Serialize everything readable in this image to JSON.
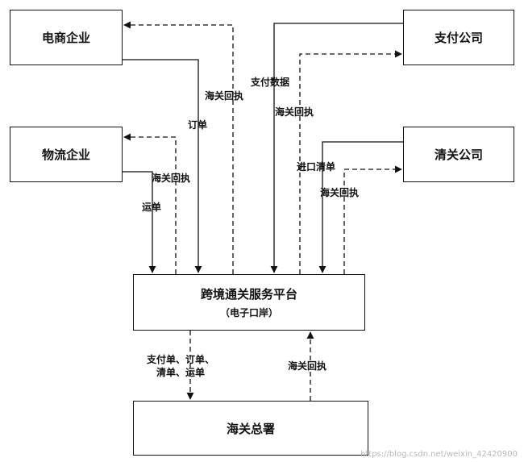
{
  "nodes": {
    "ecommerce": {
      "label": "电商企业"
    },
    "logistics": {
      "label": "物流企业"
    },
    "payment": {
      "label": "支付公司"
    },
    "clearance": {
      "label": "清关公司"
    },
    "platform": {
      "label": "跨境通关服务平台",
      "sublabel": "（电子口岸）"
    },
    "customs": {
      "label": "海关总署"
    }
  },
  "edges": {
    "ecom_customs_receipt": {
      "label": "海关回执",
      "style": "dashed"
    },
    "ecom_order": {
      "label": "订单",
      "style": "solid"
    },
    "logi_customs_receipt": {
      "label": "海关回执",
      "style": "dashed"
    },
    "logi_waybill": {
      "label": "运单",
      "style": "solid"
    },
    "pay_data": {
      "label": "支付数据",
      "style": "solid"
    },
    "pay_customs_receipt": {
      "label": "海关回执",
      "style": "dashed"
    },
    "clear_import_list": {
      "label": "进口清单",
      "style": "solid"
    },
    "clear_customs_receipt": {
      "label": "海关回执",
      "style": "dashed"
    },
    "platform_to_customs": {
      "label_line1": "支付单、订单、",
      "label_line2": "清单、运单",
      "style": "dashed"
    },
    "customs_to_platform": {
      "label": "海关回执",
      "style": "dashed"
    }
  },
  "watermark": "https://blog.csdn.net/weixin_42420900",
  "colors": {
    "line": "#111111",
    "box_border": "#111111",
    "background": "#ffffff"
  }
}
